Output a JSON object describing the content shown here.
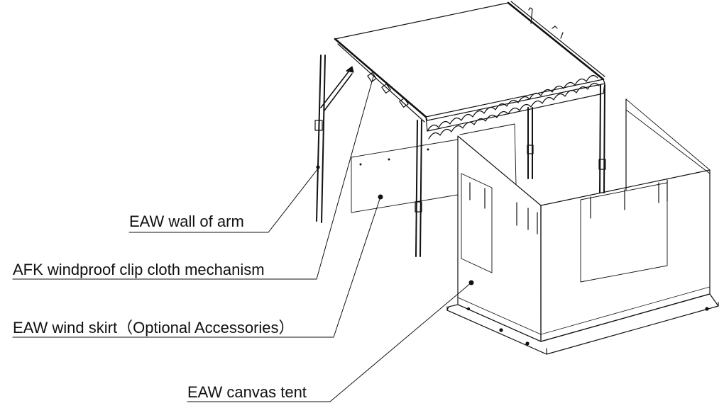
{
  "labels": {
    "wall_of_arm": "EAW wall of arm",
    "windproof_clip": "AFK windproof clip cloth mechanism",
    "wind_skirt": "EAW wind skirt（Optional Accessories）",
    "canvas_tent": "EAW canvas tent"
  },
  "colors": {
    "line": "#111111",
    "background": "#ffffff"
  }
}
